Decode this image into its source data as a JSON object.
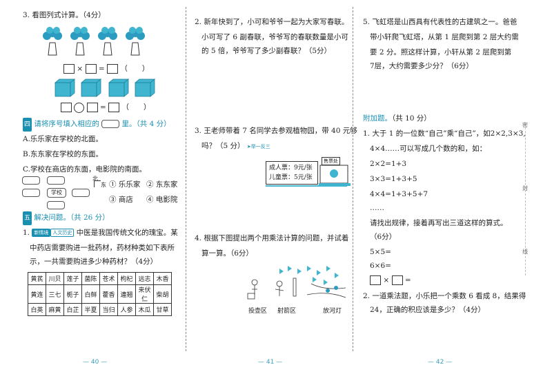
{
  "page1": {
    "q3": {
      "title": "3. 看图列式计算。（4分）",
      "times": "×",
      "eq": "=",
      "paren": "（　　）"
    },
    "sec4": {
      "badge": "四",
      "title_a": "请将序号填入相应的",
      "title_b": "里。（共 4 分）",
      "a": "A.乐乐家在学校的北面。",
      "b": "B.东东家在学校的东面。",
      "c": "C.学校在商店的东面，电影院的南面。",
      "school": "学校",
      "north": "北",
      "east": "东",
      "legend1": "① 乐乐家",
      "legend2": "② 东东家",
      "legend3": "③ 商店",
      "legend4": "④ 电影院"
    },
    "sec5": {
      "badge": "五",
      "title": "解决问题。（共 26 分）",
      "q1_tag1": "新情境",
      "q1_tag2": "人文历史",
      "q1_line1": "中医是我国传统文化的瑰宝。某",
      "q1_line2": "中药店需要购进一批药材，药材种类如下表所",
      "q1_line3": "示，一共需要购进多少种药材？（4分）",
      "q1_num": "1."
    },
    "herbs": [
      [
        "黄芪",
        "川贝",
        "莲子",
        "菌陈",
        "苍术",
        "枸杞",
        "远志",
        "木香"
      ],
      [
        "黄连",
        "三七",
        "栀子",
        "白鲜",
        "藿香",
        "連翘",
        "来伏仁",
        "柴胡"
      ],
      [
        "白英",
        "麻黄",
        "白芷",
        "半夏",
        "当归",
        "人参",
        "木瓜",
        "甘草"
      ]
    ],
    "pagenum": "— 40 —"
  },
  "page2": {
    "q2": [
      "2. 新年快到了，小可和爷爷一起为大家写春联。",
      "小可写了 6 副春联，爷爷写的春联数量是小可",
      "的 5 倍，爷爷写了多少副春联？（5分）"
    ],
    "q3": [
      "3. 王老师带着 7 名同学去参观植物园，带 40 元够",
      "吗？（5 分）"
    ],
    "q3_tag": "➤举一反三",
    "ticket_title": "售票处",
    "ticket_adult": "成人票：9元/张",
    "ticket_child": "儿童票：5元/张",
    "q4": [
      "4. 根据下图提出两个用乘法计算的问题，并试着",
      "算一算。（6分）"
    ],
    "labels": [
      "投壶区",
      "射箭区",
      "放河灯"
    ],
    "pagenum": "— 41 —"
  },
  "page3": {
    "q5": [
      "5. 飞虹塔是山西具有代表性的古建筑之一。爸爸",
      "带小轩爬飞虹塔，从第 1 层爬到第 2 层大约需",
      "要 2 分。照这样计算，小轩从第 2 层爬到第",
      "7层，大约需要多少分？（6分）"
    ],
    "extra_title": "附加题。",
    "extra_score": "（共 10 分）",
    "e1": [
      "1. 大于 1 的一位数“自己”乘“自己”，如2×2,3×3,",
      "4×4……可以写成几个数的和，如："
    ],
    "eqs": [
      "2×2=1+3",
      "3×3=1+3+5",
      "4×4=1+3+5+7",
      "……"
    ],
    "e1b": [
      "请找出规律，接着再写出三道这样的算式。",
      "（6分）"
    ],
    "eqs2": [
      "5×5=",
      "6×6="
    ],
    "times": "×",
    "eq": "=",
    "e2": [
      "2. 一道乘法题，小乐把一个乘数 6 看成 8，结果得",
      "24，正确的积应该是多少？（4分）"
    ],
    "side": [
      "密",
      "封",
      "线"
    ],
    "pagenum": "— 42 —"
  },
  "colors": {
    "accent": "#1a8fb0",
    "cube": "#3fb5cf",
    "flower": "#2b9bc0"
  }
}
